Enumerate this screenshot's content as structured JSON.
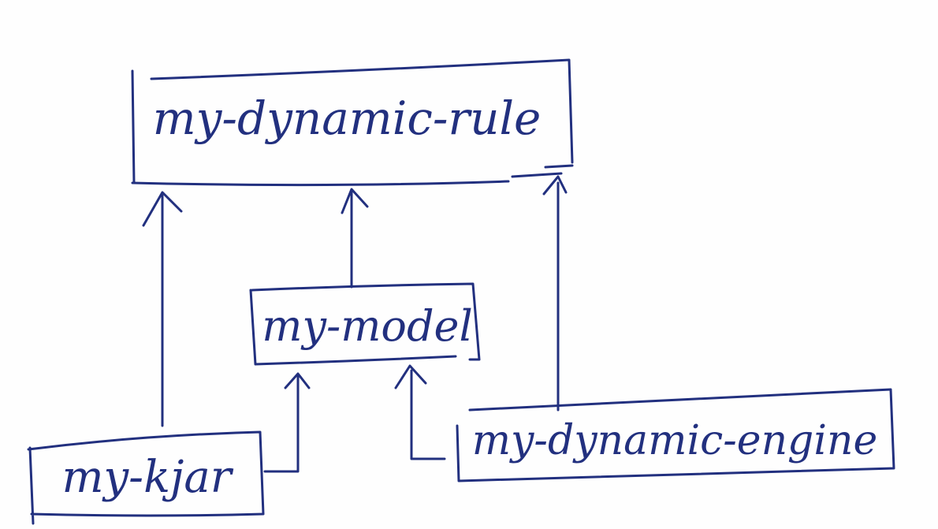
{
  "diagram": {
    "ink_color": "#22307f",
    "nodes": [
      {
        "id": "rule",
        "label": "my-dynamic-rule"
      },
      {
        "id": "model",
        "label": "my-model"
      },
      {
        "id": "kjar",
        "label": "my-kjar"
      },
      {
        "id": "engine",
        "label": "my-dynamic-engine"
      }
    ],
    "edges": [
      {
        "from": "kjar",
        "to": "rule"
      },
      {
        "from": "model",
        "to": "rule"
      },
      {
        "from": "engine",
        "to": "rule"
      },
      {
        "from": "kjar",
        "to": "model"
      },
      {
        "from": "engine",
        "to": "model"
      }
    ]
  }
}
